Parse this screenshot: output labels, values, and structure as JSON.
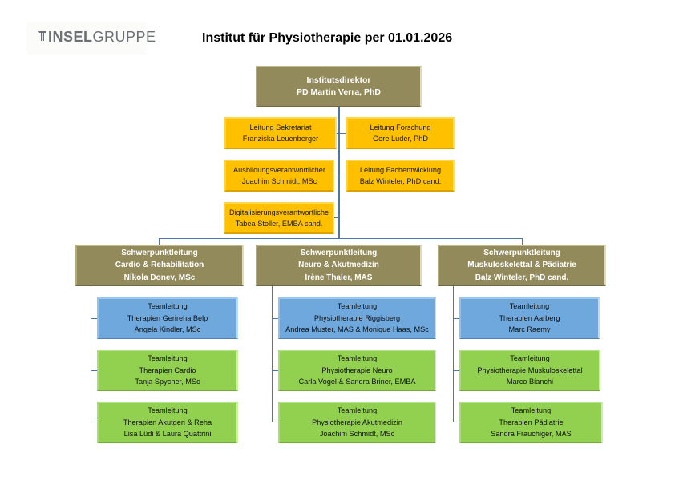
{
  "logo": {
    "brand_bold": "INSEL",
    "brand_light": "GRUPPE",
    "icon": "inselgruppe-logo-icon"
  },
  "title": "Institut für Physiotherapie per 01.01.2026",
  "colors": {
    "olive": "#938a5c",
    "gold": "#ffc000",
    "blue": "#6fa8dc",
    "green": "#92d050",
    "connector": "#4a78a6"
  },
  "director": {
    "role": "Institutsdirektor",
    "name": "PD Martin Verra, PhD"
  },
  "staff": [
    {
      "role": "Leitung Sekretariat",
      "name": "Franziska Leuenberger"
    },
    {
      "role": "Leitung Forschung",
      "name": "Gere Luder, PhD"
    },
    {
      "role": "Ausbildungsverantwortlicher",
      "name": "Joachim Schmidt, MSc"
    },
    {
      "role": "Leitung Fachentwicklung",
      "name": "Balz Winteler, PhD cand."
    },
    {
      "role": "Digitalisierungsverantwortliche",
      "name": "Tabea Stoller, EMBA cand."
    }
  ],
  "divisions": [
    {
      "role": "Schwerpunktleitung",
      "area": "Cardio & Rehabilitation",
      "name": "Nikola Donev, MSc",
      "teams": [
        {
          "role": "Teamleitung",
          "unit": "Therapien Gerireha Belp",
          "name": "Angela Kindler, MSc"
        },
        {
          "role": "Teamleitung",
          "unit": "Therapien Cardio",
          "name": "Tanja Spycher, MSc"
        },
        {
          "role": "Teamleitung",
          "unit": "Therapien Akutgeri & Reha",
          "name": "Lisa Lüdi & Laura Quattrini"
        }
      ]
    },
    {
      "role": "Schwerpunktleitung",
      "area": "Neuro & Akutmedizin",
      "name": "Irène Thaler, MAS",
      "teams": [
        {
          "role": "Teamleitung",
          "unit": "Physiotherapie Riggisberg",
          "name": "Andrea Muster, MAS & Monique Haas, MSc"
        },
        {
          "role": "Teamleitung",
          "unit": "Physiotherapie Neuro",
          "name": "Carla Vogel & Sandra Briner, EMBA"
        },
        {
          "role": "Teamleitung",
          "unit": "Physiotherapie Akutmedizin",
          "name": "Joachim Schmidt, MSc"
        }
      ]
    },
    {
      "role": "Schwerpunktleitung",
      "area": "Muskuloskelettal & Pädiatrie",
      "name": "Balz Winteler, PhD cand.",
      "teams": [
        {
          "role": "Teamleitung",
          "unit": "Therapien Aarberg",
          "name": "Marc Raemy"
        },
        {
          "role": "Teamleitung",
          "unit": "Physiotherapie Muskuloskelettal",
          "name": "Marco Bianchi"
        },
        {
          "role": "Teamleitung",
          "unit": "Therapien Pädiatrie",
          "name": "Sandra Frauchiger, MAS"
        }
      ]
    }
  ]
}
